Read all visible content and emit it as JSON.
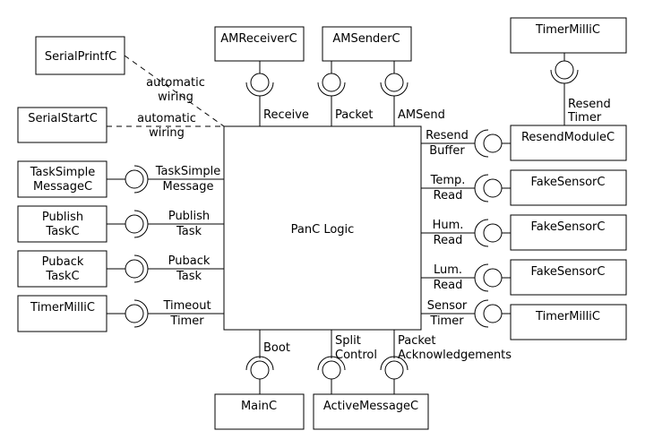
{
  "core": {
    "label": "PanC Logic"
  },
  "components": {
    "serial_printf": "SerialPrintfC",
    "serial_start": "SerialStartC",
    "task_simple_message": [
      "TaskSimple",
      "MessageC"
    ],
    "publish_task": [
      "Publish",
      "TaskC"
    ],
    "puback_task": [
      "Puback",
      "TaskC"
    ],
    "timer_left": "TimerMilliC",
    "am_receiver": "AMReceiverC",
    "am_sender": "AMSenderC",
    "timer_top_right": "TimerMilliC",
    "resend_module": "ResendModuleC",
    "fake_sensor_temp": "FakeSensorC",
    "fake_sensor_hum": "FakeSensorC",
    "fake_sensor_lum": "FakeSensorC",
    "timer_sensor": "TimerMilliC",
    "main": "MainC",
    "active_message": "ActiveMessageC"
  },
  "interfaces": {
    "auto_wiring_1": [
      "automatic",
      "wiring"
    ],
    "auto_wiring_2": [
      "automatic",
      "wiring"
    ],
    "task_simple_message": [
      "TaskSimple",
      "Message"
    ],
    "publish_task": [
      "Publish",
      "Task"
    ],
    "puback_task": [
      "Puback",
      "Task"
    ],
    "timeout_timer": [
      "Timeout",
      "Timer"
    ],
    "receive": "Receive",
    "packet": "Packet",
    "am_send": "AMSend",
    "resend_timer": [
      "Resend",
      "Timer"
    ],
    "resend_buffer": [
      "Resend",
      "Buffer"
    ],
    "temp_read": [
      "Temp.",
      "Read"
    ],
    "hum_read": [
      "Hum.",
      "Read"
    ],
    "lum_read": [
      "Lum.",
      "Read"
    ],
    "sensor_timer": [
      "Sensor",
      "Timer"
    ],
    "boot": "Boot",
    "split_control": [
      "Split",
      "Control"
    ],
    "packet_ack": [
      "Packet",
      "Acknowledgements"
    ]
  }
}
